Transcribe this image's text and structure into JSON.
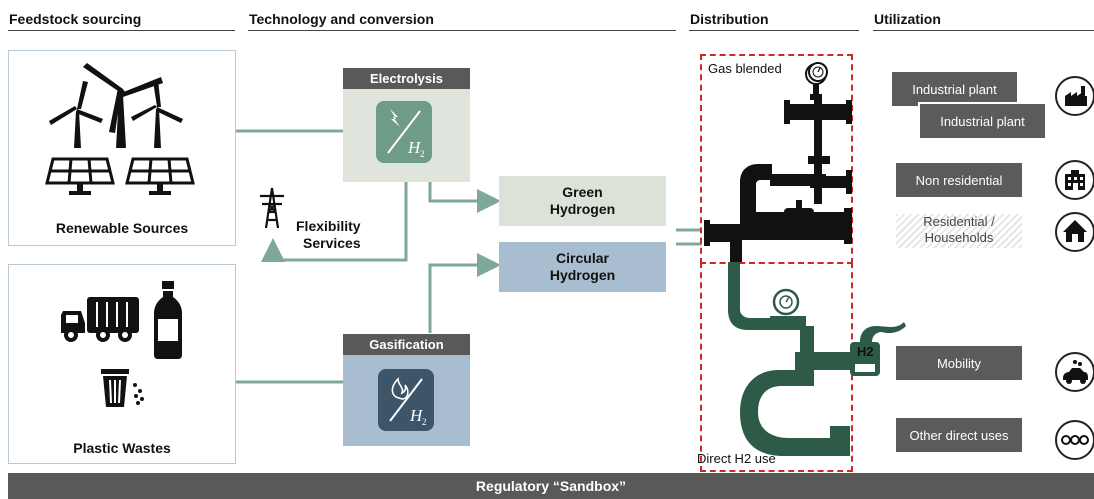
{
  "headers": {
    "feedstock": "Feedstock sourcing",
    "technology": "Technology and conversion",
    "distribution": "Distribution",
    "utilization": "Utilization"
  },
  "feedstock": {
    "renewable": "Renewable Sources",
    "plastic": "Plastic Wastes"
  },
  "technology": {
    "electrolysis": "Electrolysis",
    "gasification": "Gasification",
    "flexibility_line1": "Flexibility",
    "flexibility_line2": "Services",
    "h2_subscript": "H2",
    "green_line1": "Green",
    "green_line2": "Hydrogen",
    "circular_line1": "Circular",
    "circular_line2": "Hydrogen"
  },
  "distribution": {
    "gas_blended": "Gas blended",
    "direct_h2": "Direct H2 use",
    "h2_pump_label": "H2"
  },
  "utilization": {
    "industrial_1": "Industrial plant",
    "industrial_2": "Industrial plant",
    "non_residential": "Non residential",
    "residential_line1": "Residential /",
    "residential_line2": "Households",
    "mobility": "Mobility",
    "other": "Other direct uses"
  },
  "footer": "Regulatory “Sandbox”",
  "colors": {
    "connector": "#7fa899",
    "electrolysis_bg": "#dfe4dc",
    "gasification_bg": "#a9bdd0",
    "green_bg": "#dde2d9",
    "circular_bg": "#a9bdd0",
    "tag_bg": "#595959",
    "pipe_black": "#111111",
    "pipe_green": "#2e5a48",
    "dashed_red": "#cc2a2a"
  },
  "icons": [
    "wind-turbine-icon",
    "solar-panel-icon",
    "garbage-truck-icon",
    "bottle-icon",
    "trash-bin-icon",
    "power-tower-icon",
    "factory-icon",
    "building-icon",
    "house-icon",
    "car-icon",
    "dots-icon",
    "gauge-icon",
    "fuel-pump-icon"
  ]
}
